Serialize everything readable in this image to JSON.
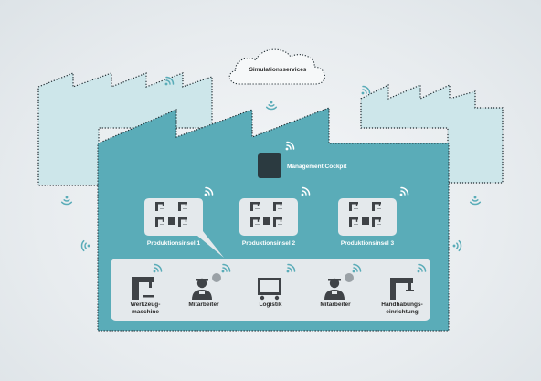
{
  "cloud": {
    "label": "Simulationsservices"
  },
  "cockpit": {
    "label": "Management Cockpit"
  },
  "cells": [
    {
      "label": "Produktionsinsel 1"
    },
    {
      "label": "Produktionsinsel 2"
    },
    {
      "label": "Produktionsinsel 3"
    }
  ],
  "shopfloor": [
    {
      "label": "Werkzeug-\nmaschine",
      "icon": "machine-tool-icon"
    },
    {
      "label": "Mitarbeiter",
      "icon": "worker-icon"
    },
    {
      "label": "Logistik",
      "icon": "cart-icon"
    },
    {
      "label": "Mitarbeiter",
      "icon": "worker-icon"
    },
    {
      "label": "Handhabungs-\neinrichtung",
      "icon": "handling-device-icon"
    }
  ],
  "colors": {
    "factory": "#5aacb8",
    "factory_back": "#cde6ea",
    "panel": "#e4e9ec",
    "icon": "#3f4347",
    "wifi_light": "#ffffff",
    "wifi_dark": "#5aacb8"
  }
}
